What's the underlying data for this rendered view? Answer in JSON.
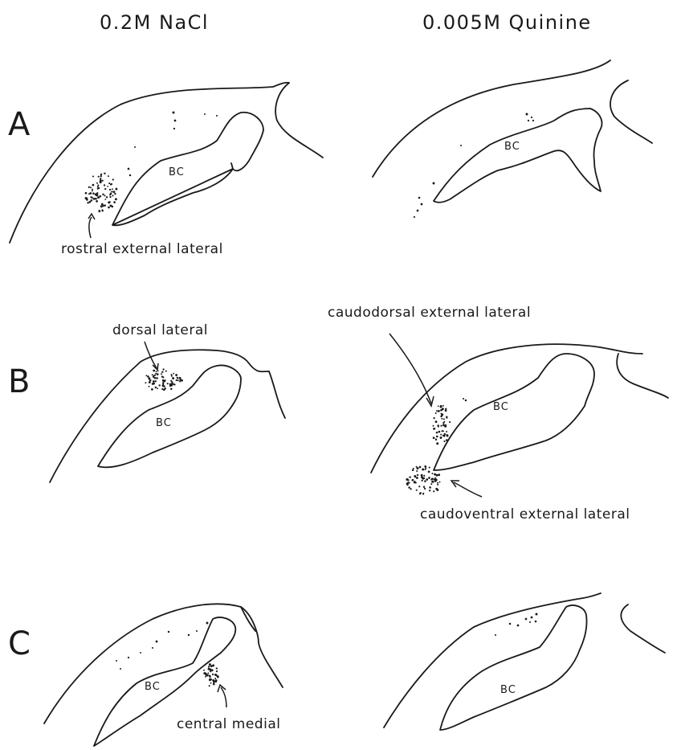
{
  "columns": {
    "left_title": "0.2M NaCl",
    "right_title": "0.005M Quinine"
  },
  "rows": {
    "a": "A",
    "b": "B",
    "c": "C"
  },
  "region_label": "BC",
  "annotations": {
    "rostral_external_lateral": "rostral external lateral",
    "dorsal_lateral": "dorsal lateral",
    "caudodorsal_external_lateral": "caudodorsal external lateral",
    "caudoventral_external_lateral": "caudoventral external lateral",
    "central_medial": "central medial"
  }
}
